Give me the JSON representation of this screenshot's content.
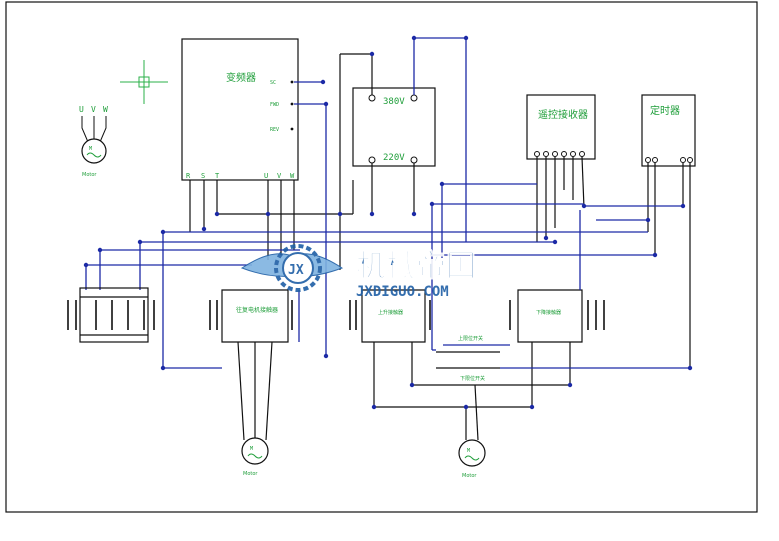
{
  "colors": {
    "wire_black": "#111111",
    "wire_blue": "#1c2aa6",
    "label_green": "#1f9e3a",
    "motor_green": "#1f9e3a",
    "watermark_blue": "#1f5fa6",
    "watermark_light": "#7fb3e0",
    "junction": "#1c2aa6",
    "crosshair_green": "#2bb04a"
  },
  "inverter": {
    "title": "变频器",
    "terminals_right": [
      "SC",
      "FWD",
      "REV"
    ],
    "terminals_bottom": [
      "R",
      "S",
      "T",
      "U",
      "V",
      "W"
    ]
  },
  "transformer": {
    "primary": "380V",
    "secondary": "220V"
  },
  "remote_receiver": {
    "title": "遥控接收器"
  },
  "timer": {
    "title": "定时器"
  },
  "motor_top_left": {
    "phases": [
      "U",
      "V",
      "W"
    ],
    "symbol": "M",
    "label": "Motor"
  },
  "contactors": {
    "center_left": "往复电机接触器",
    "center_mid": "上升接触器",
    "center_right": "下降接触器"
  },
  "limit_switches": {
    "upper": "上限位开关",
    "lower": "下限位开关"
  },
  "motors_bottom": [
    {
      "symbol": "M",
      "label": "Motor"
    },
    {
      "symbol": "M",
      "label": "Motor"
    }
  ],
  "watermark": {
    "cn": "机械帝国",
    "en": "JXDIGUO.COM",
    "badge": "JX"
  }
}
